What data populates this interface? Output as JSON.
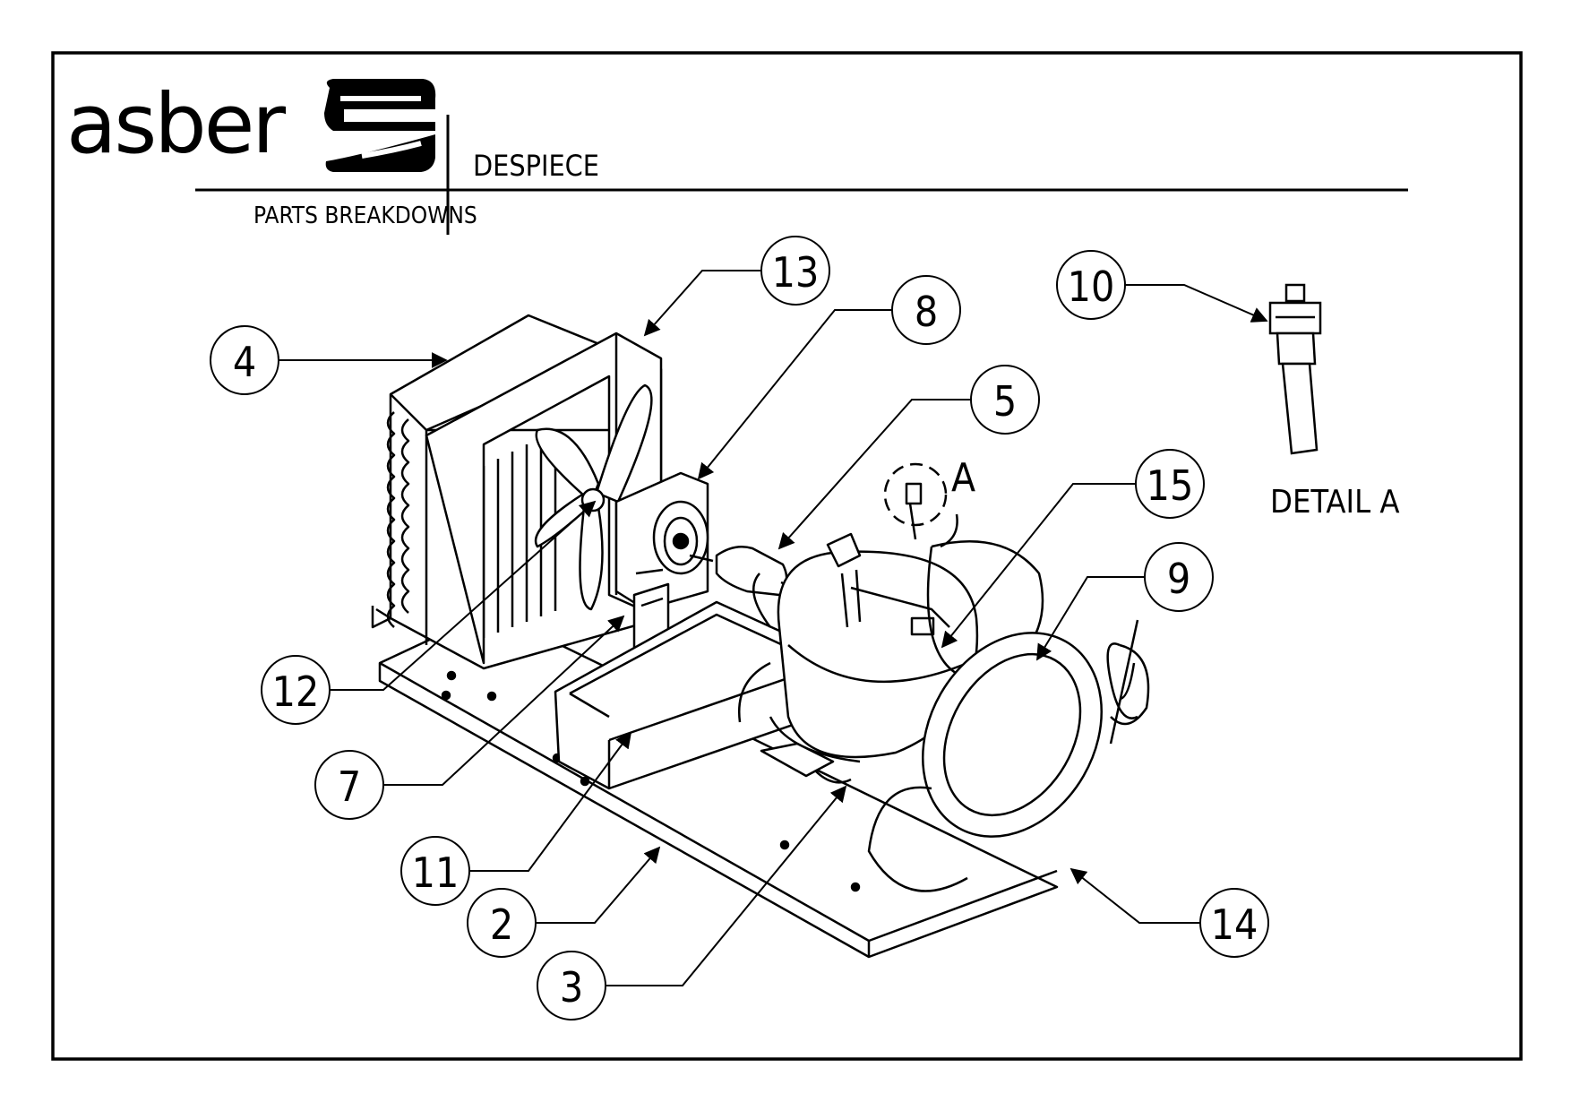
{
  "header": {
    "brand": "asber",
    "title": "DESPIECE",
    "subtitle": "PARTS BREAKDOWNS"
  },
  "detail": {
    "marker": "A",
    "label": "DETAIL A"
  },
  "callouts": [
    {
      "id": "4",
      "num": "4"
    },
    {
      "id": "13",
      "num": "13"
    },
    {
      "id": "8",
      "num": "8"
    },
    {
      "id": "10",
      "num": "10"
    },
    {
      "id": "5",
      "num": "5"
    },
    {
      "id": "15",
      "num": "15"
    },
    {
      "id": "9",
      "num": "9"
    },
    {
      "id": "12",
      "num": "12"
    },
    {
      "id": "7",
      "num": "7"
    },
    {
      "id": "11",
      "num": "11"
    },
    {
      "id": "2",
      "num": "2"
    },
    {
      "id": "3",
      "num": "3"
    },
    {
      "id": "14",
      "num": "14"
    }
  ]
}
